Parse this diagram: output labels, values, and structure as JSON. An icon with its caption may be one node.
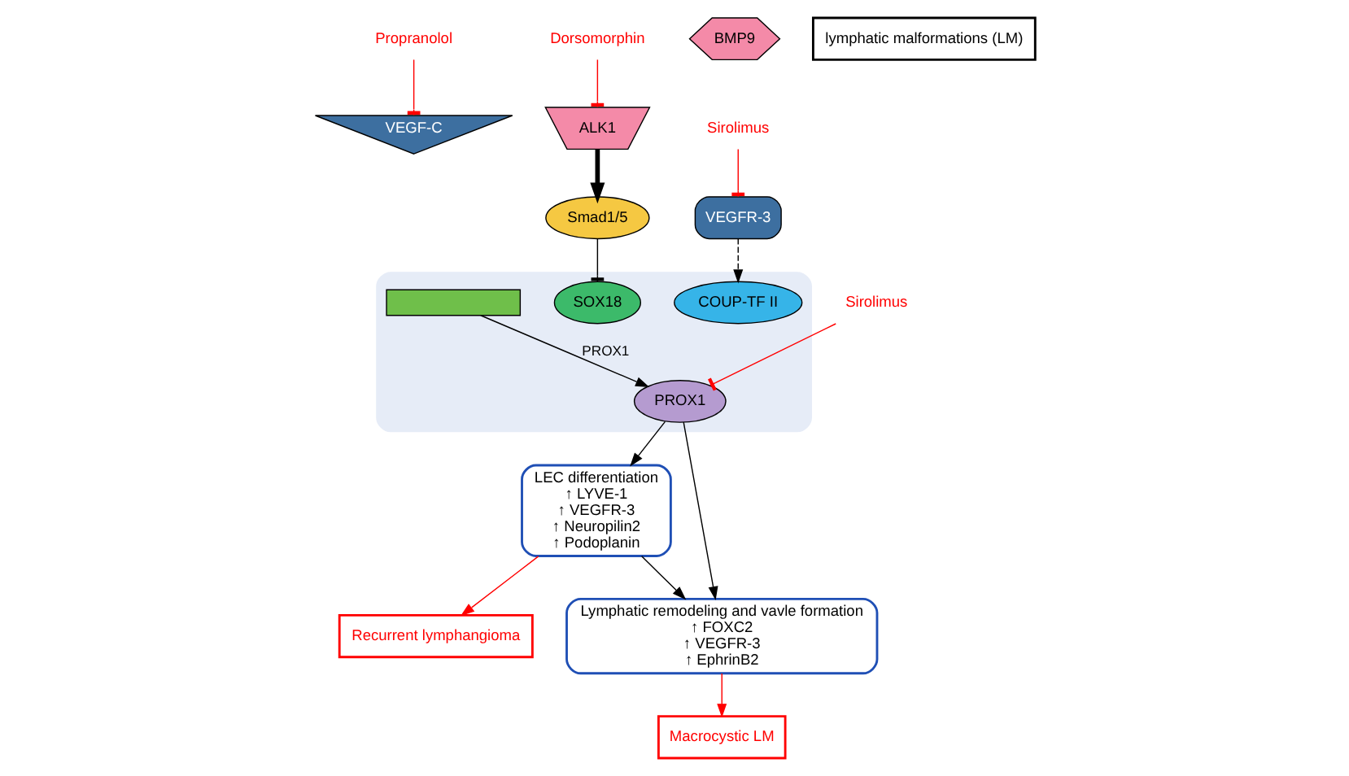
{
  "diagram": {
    "nodes": [
      {
        "text": [
          "Propranolol"
        ]
      },
      {
        "text": [
          "VEGF-C"
        ]
      },
      {
        "text": [
          "Dorsomorphin"
        ]
      },
      {
        "text": [
          "ALK1"
        ]
      },
      {
        "text": [
          "BMP9"
        ]
      },
      {
        "text": [
          "VEGFR-3"
        ]
      },
      {
        "text": [
          "Sirolimus"
        ]
      },
      {
        "text": [
          "Smad1/5"
        ]
      },
      {
        "text": [],
        "shape": "ellipse"
      },
      {
        "text": [
          "SOX18"
        ],
        "in": 8
      },
      {
        "text": [
          "COUP-TF II"
        ],
        "in": 8
      },
      {
        "text": [],
        "shape": "box",
        "in": 8
      },
      {
        "text": [
          "PROX1"
        ],
        "in": 8
      },
      {
        "text": [
          "Sirolimus"
        ]
      },
      {
        "text": [
          "LEC differentiation",
          "↑ LYVE-1",
          "↑ VEGFR-3",
          "↑ Neuropilin2",
          "↑ Podoplanin"
        ]
      },
      {
        "text": [
          "Lymphatic remodeling and vavle formation",
          "↑ FOXC2",
          "↑ VEGFR-3",
          "↑ EphrinB2"
        ]
      },
      {
        "text": [
          "Macrocystic LM"
        ]
      },
      {
        "text": [
          "Recurrent lymphangioma"
        ]
      },
      {
        "text": [
          "lymphatic malformations (LM)"
        ]
      }
    ],
    "edges": [
      {
        "from": 0,
        "to": 1,
        "arrow": "other",
        "color": "#ff0000"
      },
      {
        "from": 2,
        "to": 3,
        "arrow": "other",
        "color": "#ff0000"
      },
      {
        "from": 6,
        "to": 5,
        "arrow": "other",
        "color": "#ff0000"
      },
      {
        "from": 5,
        "to": 10,
        "arrow": "to",
        "style": "dashed"
      },
      {
        "from": 3,
        "to": 7,
        "arrow": "to",
        "style": "thick"
      },
      {
        "from": 7,
        "to": 9,
        "arrow": "other"
      },
      {
        "from": 11,
        "to": 12,
        "arrow": "to",
        "label": "PROX1"
      },
      {
        "from": 13,
        "to": 12,
        "arrow": "other",
        "color": "#ff0000"
      },
      {
        "from": 12,
        "to": 14,
        "arrow": "to"
      },
      {
        "from": 12,
        "to": 15,
        "arrow": "to"
      },
      {
        "from": 14,
        "to": 15,
        "arrow": "to"
      },
      {
        "from": 14,
        "to": 17,
        "arrow": "to",
        "color": "#ff0000"
      },
      {
        "from": 15,
        "to": 16,
        "arrow": "to",
        "color": "#ff0000"
      }
    ]
  }
}
